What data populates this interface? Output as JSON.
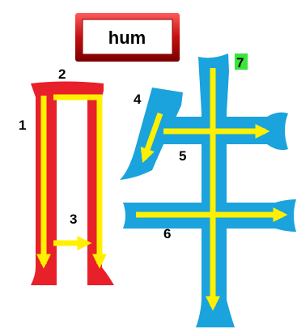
{
  "title_box": {
    "text": "hum"
  },
  "stroke_numbers": [
    "1",
    "2",
    "3",
    "4",
    "5",
    "6",
    "7"
  ],
  "colors": {
    "radical": "#e8202a",
    "character": "#1aa3dc",
    "arrow": "#fff000",
    "highlight": "#39e639",
    "frame": "#c81010"
  }
}
